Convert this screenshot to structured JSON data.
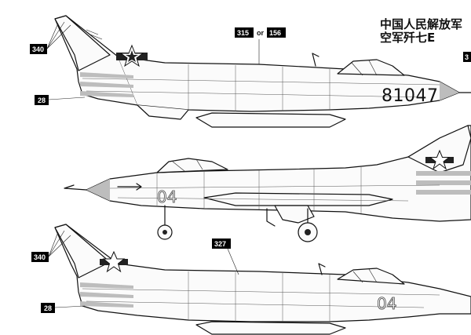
{
  "title": {
    "line1": "中国人民解放军",
    "line2": "空军歼七E"
  },
  "tags": {
    "a": "315",
    "or": "or",
    "b": "156",
    "t340_top": "340",
    "t28_top": "28",
    "t327": "327",
    "t340_bot": "340",
    "t28_bot": "28",
    "t3_right": "3"
  },
  "markings": {
    "serial_top": "81047",
    "bort_mid": "04",
    "bort_bot": "04"
  },
  "colors": {
    "ink": "#111111",
    "tag_bg": "#000000",
    "tag_fg": "#ffffff",
    "shade": "#bdbdbd"
  }
}
